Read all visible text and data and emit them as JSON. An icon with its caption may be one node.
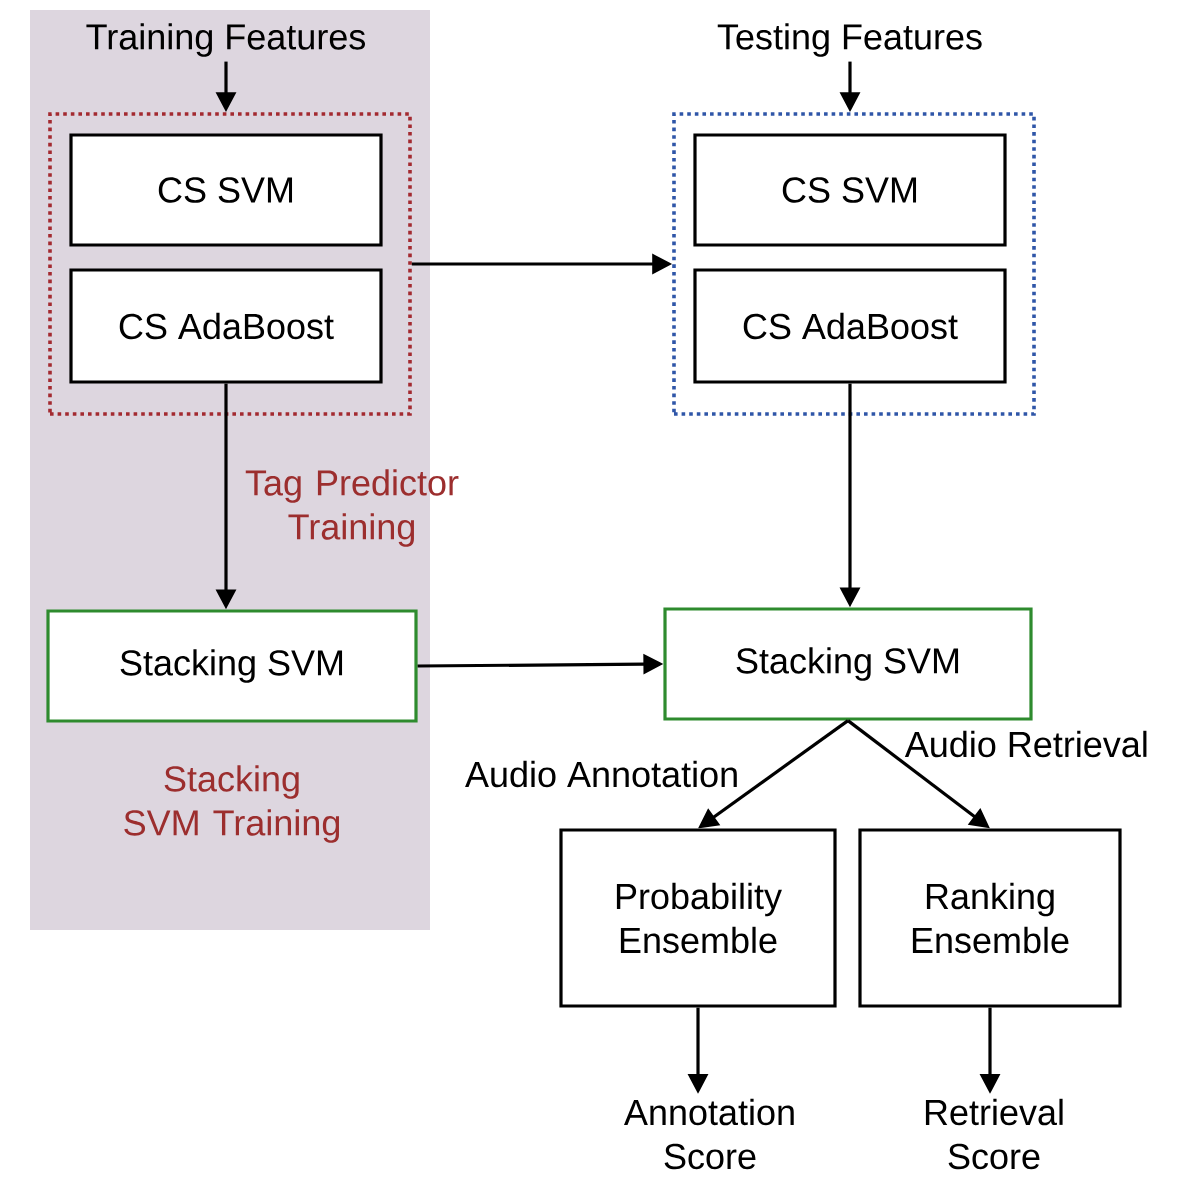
{
  "diagram": {
    "nodes": [
      {
        "text": [],
        "shape": "box"
      },
      {
        "text": [
          "Training Features"
        ],
        "in": 0
      },
      {
        "text": [],
        "shape": "box",
        "in": 0
      },
      {
        "text": [
          "CS SVM"
        ],
        "in": 2
      },
      {
        "text": [
          "CS AdaBoost"
        ],
        "in": 2
      },
      {
        "text": [
          "Stacking SVM"
        ],
        "in": 0,
        "beside": [
          "Stacking SVM Training"
        ]
      },
      {
        "text": [
          "Testing Features"
        ]
      },
      {
        "text": [],
        "shape": "box"
      },
      {
        "text": [
          "CS SVM"
        ],
        "in": 7
      },
      {
        "text": [
          "CS AdaBoost"
        ],
        "in": 7
      },
      {
        "text": [
          "Stacking SVM"
        ]
      },
      {
        "text": [
          "Probability Ensemble"
        ]
      },
      {
        "text": [
          "Ranking Ensemble"
        ]
      },
      {
        "text": [
          "Annotation Score"
        ]
      },
      {
        "text": [
          "Retrieval Score"
        ]
      }
    ],
    "edges": [
      {
        "from": 1,
        "to": 2,
        "arrow": "to"
      },
      {
        "from": 6,
        "to": 7,
        "arrow": "to"
      },
      {
        "from": 2,
        "to": 7,
        "arrow": "to"
      },
      {
        "from": 4,
        "to": 5,
        "arrow": "to",
        "label": "Tag Predictor Training"
      },
      {
        "from": 9,
        "to": 10,
        "arrow": "to"
      },
      {
        "from": 5,
        "to": 10,
        "arrow": "to"
      },
      {
        "from": 10,
        "to": 11,
        "arrow": "to",
        "label": "Audio Annotation"
      },
      {
        "from": 10,
        "to": 12,
        "arrow": "to",
        "label": "Audio Retrieval"
      },
      {
        "from": 11,
        "to": 13,
        "arrow": "to"
      },
      {
        "from": 12,
        "to": 14,
        "arrow": "to"
      }
    ]
  }
}
